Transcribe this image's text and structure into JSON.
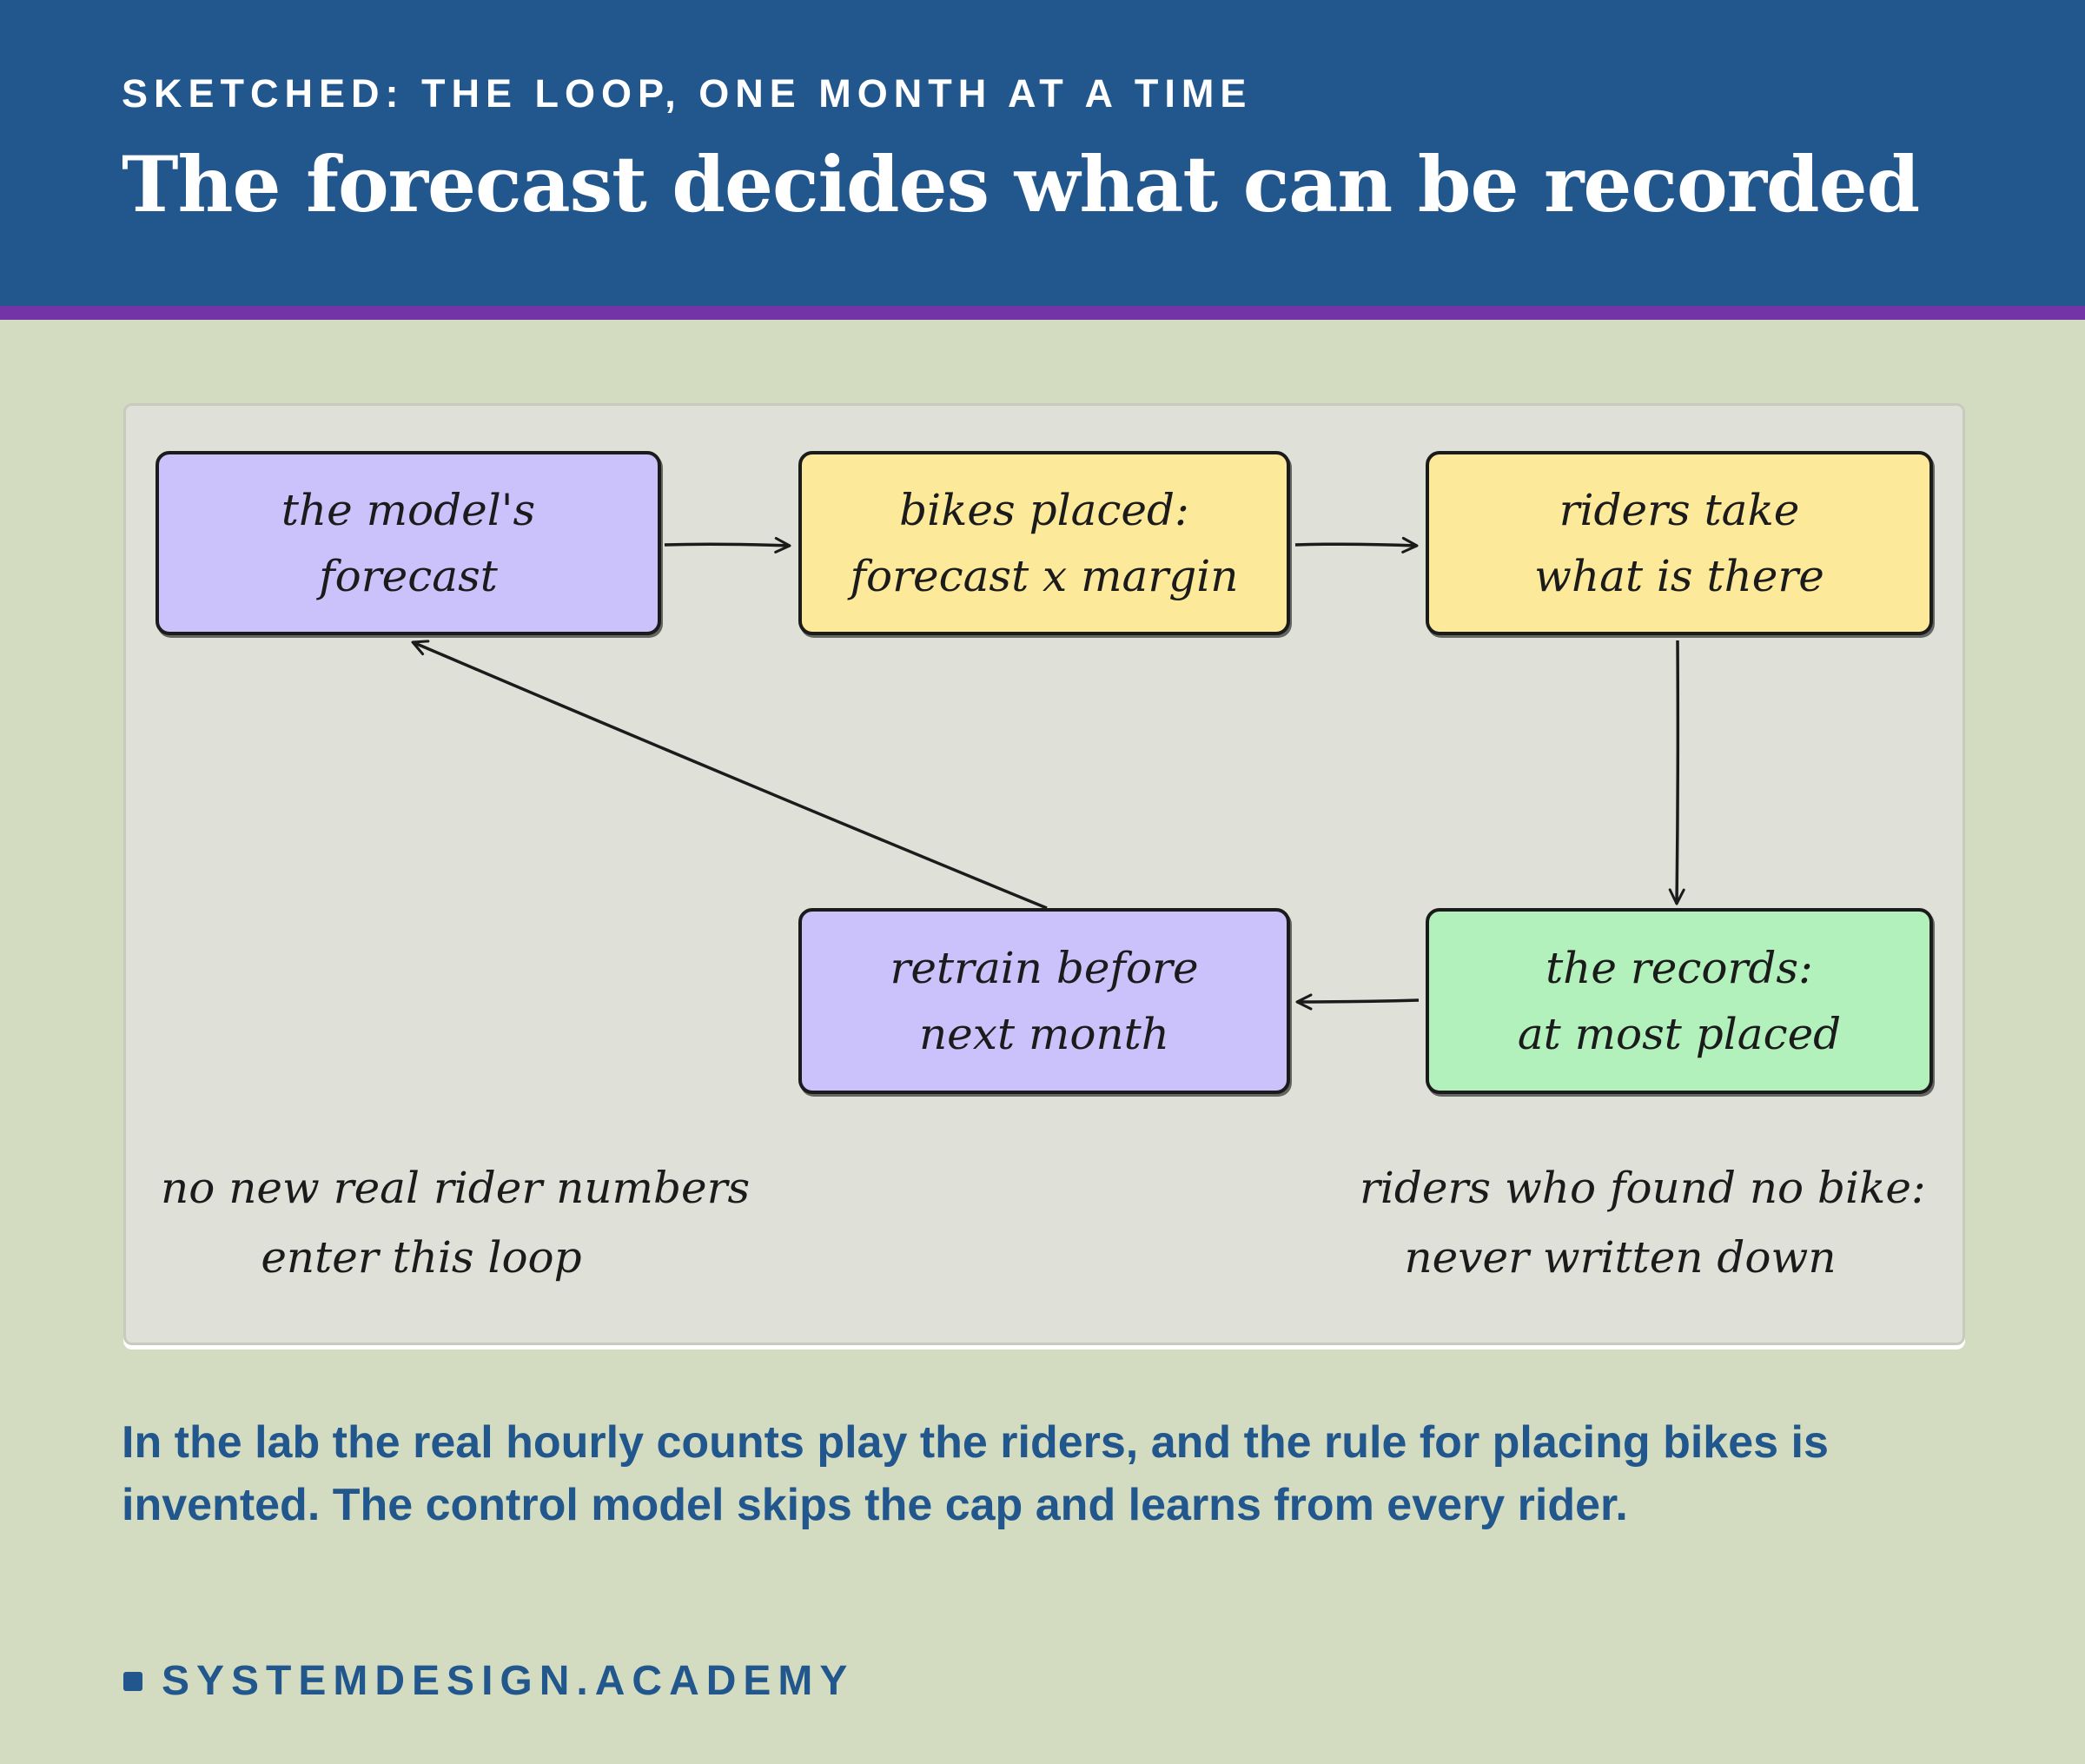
{
  "header": {
    "kicker": "SKETCHED: THE LOOP, ONE MONTH AT A TIME",
    "title": "The forecast decides what can be recorded"
  },
  "diagram": {
    "nodes": {
      "forecast": {
        "line1": "the model's",
        "line2": "forecast"
      },
      "bikes_placed": {
        "line1": "bikes placed:",
        "line2": "forecast x margin"
      },
      "riders_take": {
        "line1": "riders take",
        "line2": "what is there"
      },
      "records": {
        "line1": "the records:",
        "line2": "at most placed"
      },
      "retrain": {
        "line1": "retrain before",
        "line2": "next month"
      }
    },
    "notes": {
      "left": {
        "line1": "no new real rider numbers",
        "line2": "enter this loop"
      },
      "right": {
        "line1": "riders who found no bike:",
        "line2": "never written down"
      }
    },
    "colors": {
      "purple": "#cbc1fb",
      "yellow": "#fde99a",
      "green": "#b2f1bb"
    }
  },
  "caption": {
    "line1": "In the lab the real hourly counts play the riders, and the rule for placing bikes is",
    "line2": "invented. The control model skips the cap and learns from every rider."
  },
  "footer": {
    "brand": "SYSTEMDESIGN.ACADEMY"
  },
  "colors": {
    "header_bg": "#22578d",
    "accent_stripe": "#7234a6",
    "page_bg": "#d3dcc0",
    "brand_text": "#22578d"
  }
}
